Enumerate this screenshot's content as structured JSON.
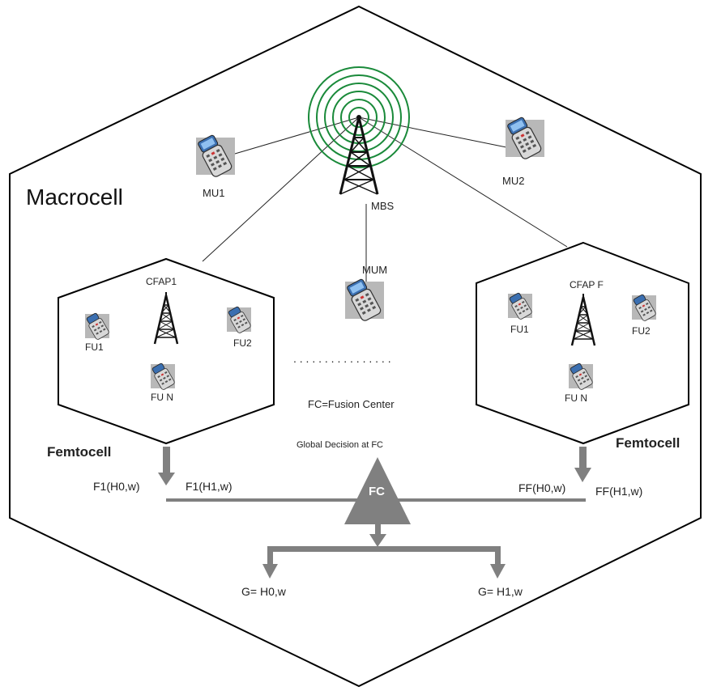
{
  "labels": {
    "macrocell": "Macrocell",
    "mbs": "MBS",
    "mu1": "MU1",
    "mu2": "MU2",
    "mum": "MUM",
    "cfap1": "CFAP1",
    "cfapf": "CFAP F",
    "femto_left": "Femtocell",
    "femto_right": "Femtocell",
    "fu1_left": "FU1",
    "fu2_left": "FU2",
    "fun_left": "FU N",
    "fu1_right": "FU1",
    "fu2_right": "FU2",
    "fun_right": "FU N",
    "dots": ". . . . . . . . . . . . . . . .",
    "fc_def": "FC=Fusion Center",
    "global_decision": "Global Decision at FC",
    "fc": "FC",
    "f1_h0": "F1(H0,w)",
    "f1_h1": "F1(H1,w)",
    "ff_h0": "FF(H0,w)",
    "ff_h1": "FF(H1,w)",
    "g_h0": "G= H0,w",
    "g_h1": "G= H1,w"
  },
  "colors": {
    "antenna_rings": "#1a8a3a",
    "arrow_gray": "#808080",
    "phone_bg": "#b8b8b8"
  },
  "icons": {
    "tower": "cell-tower-icon",
    "phone": "mobile-phone-icon",
    "small_tower": "small-cell-antenna-icon"
  }
}
